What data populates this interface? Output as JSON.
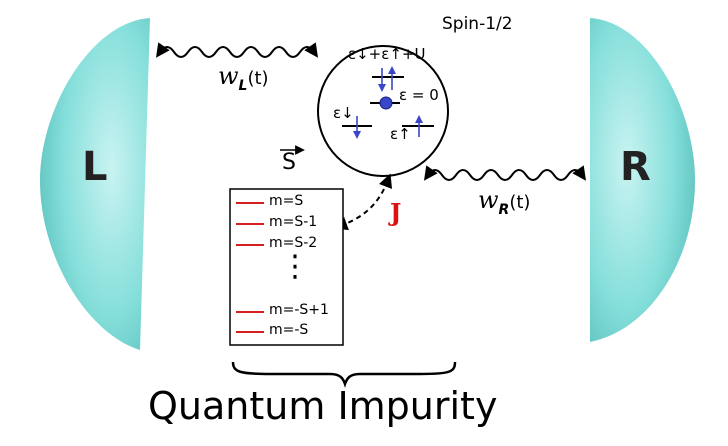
{
  "leads": {
    "left_label": "L",
    "right_label": "R",
    "color": "#7fdcd8"
  },
  "dot": {
    "title": "Spin-1/2",
    "level_double": "ε↓+ε↑+U",
    "level_zero": "ε = 0",
    "level_down": "ε↓",
    "level_up": "ε↑",
    "arrow_color": "#3a46c8"
  },
  "tunneling": {
    "left": {
      "symbol": "w",
      "sub": "L",
      "arg": "(t)"
    },
    "right": {
      "symbol": "w",
      "sub": "R",
      "arg": "(t)"
    }
  },
  "spin_vector": {
    "label": "S",
    "arrow": "→"
  },
  "coupling_label": "J",
  "multiplet": {
    "levels": [
      "m=S",
      "m=S-1",
      "m=S-2",
      "m=-S+1",
      "m=-S"
    ],
    "ellipsis": "⋮",
    "line_color": "#d42020"
  },
  "caption": "Quantum Impurity"
}
